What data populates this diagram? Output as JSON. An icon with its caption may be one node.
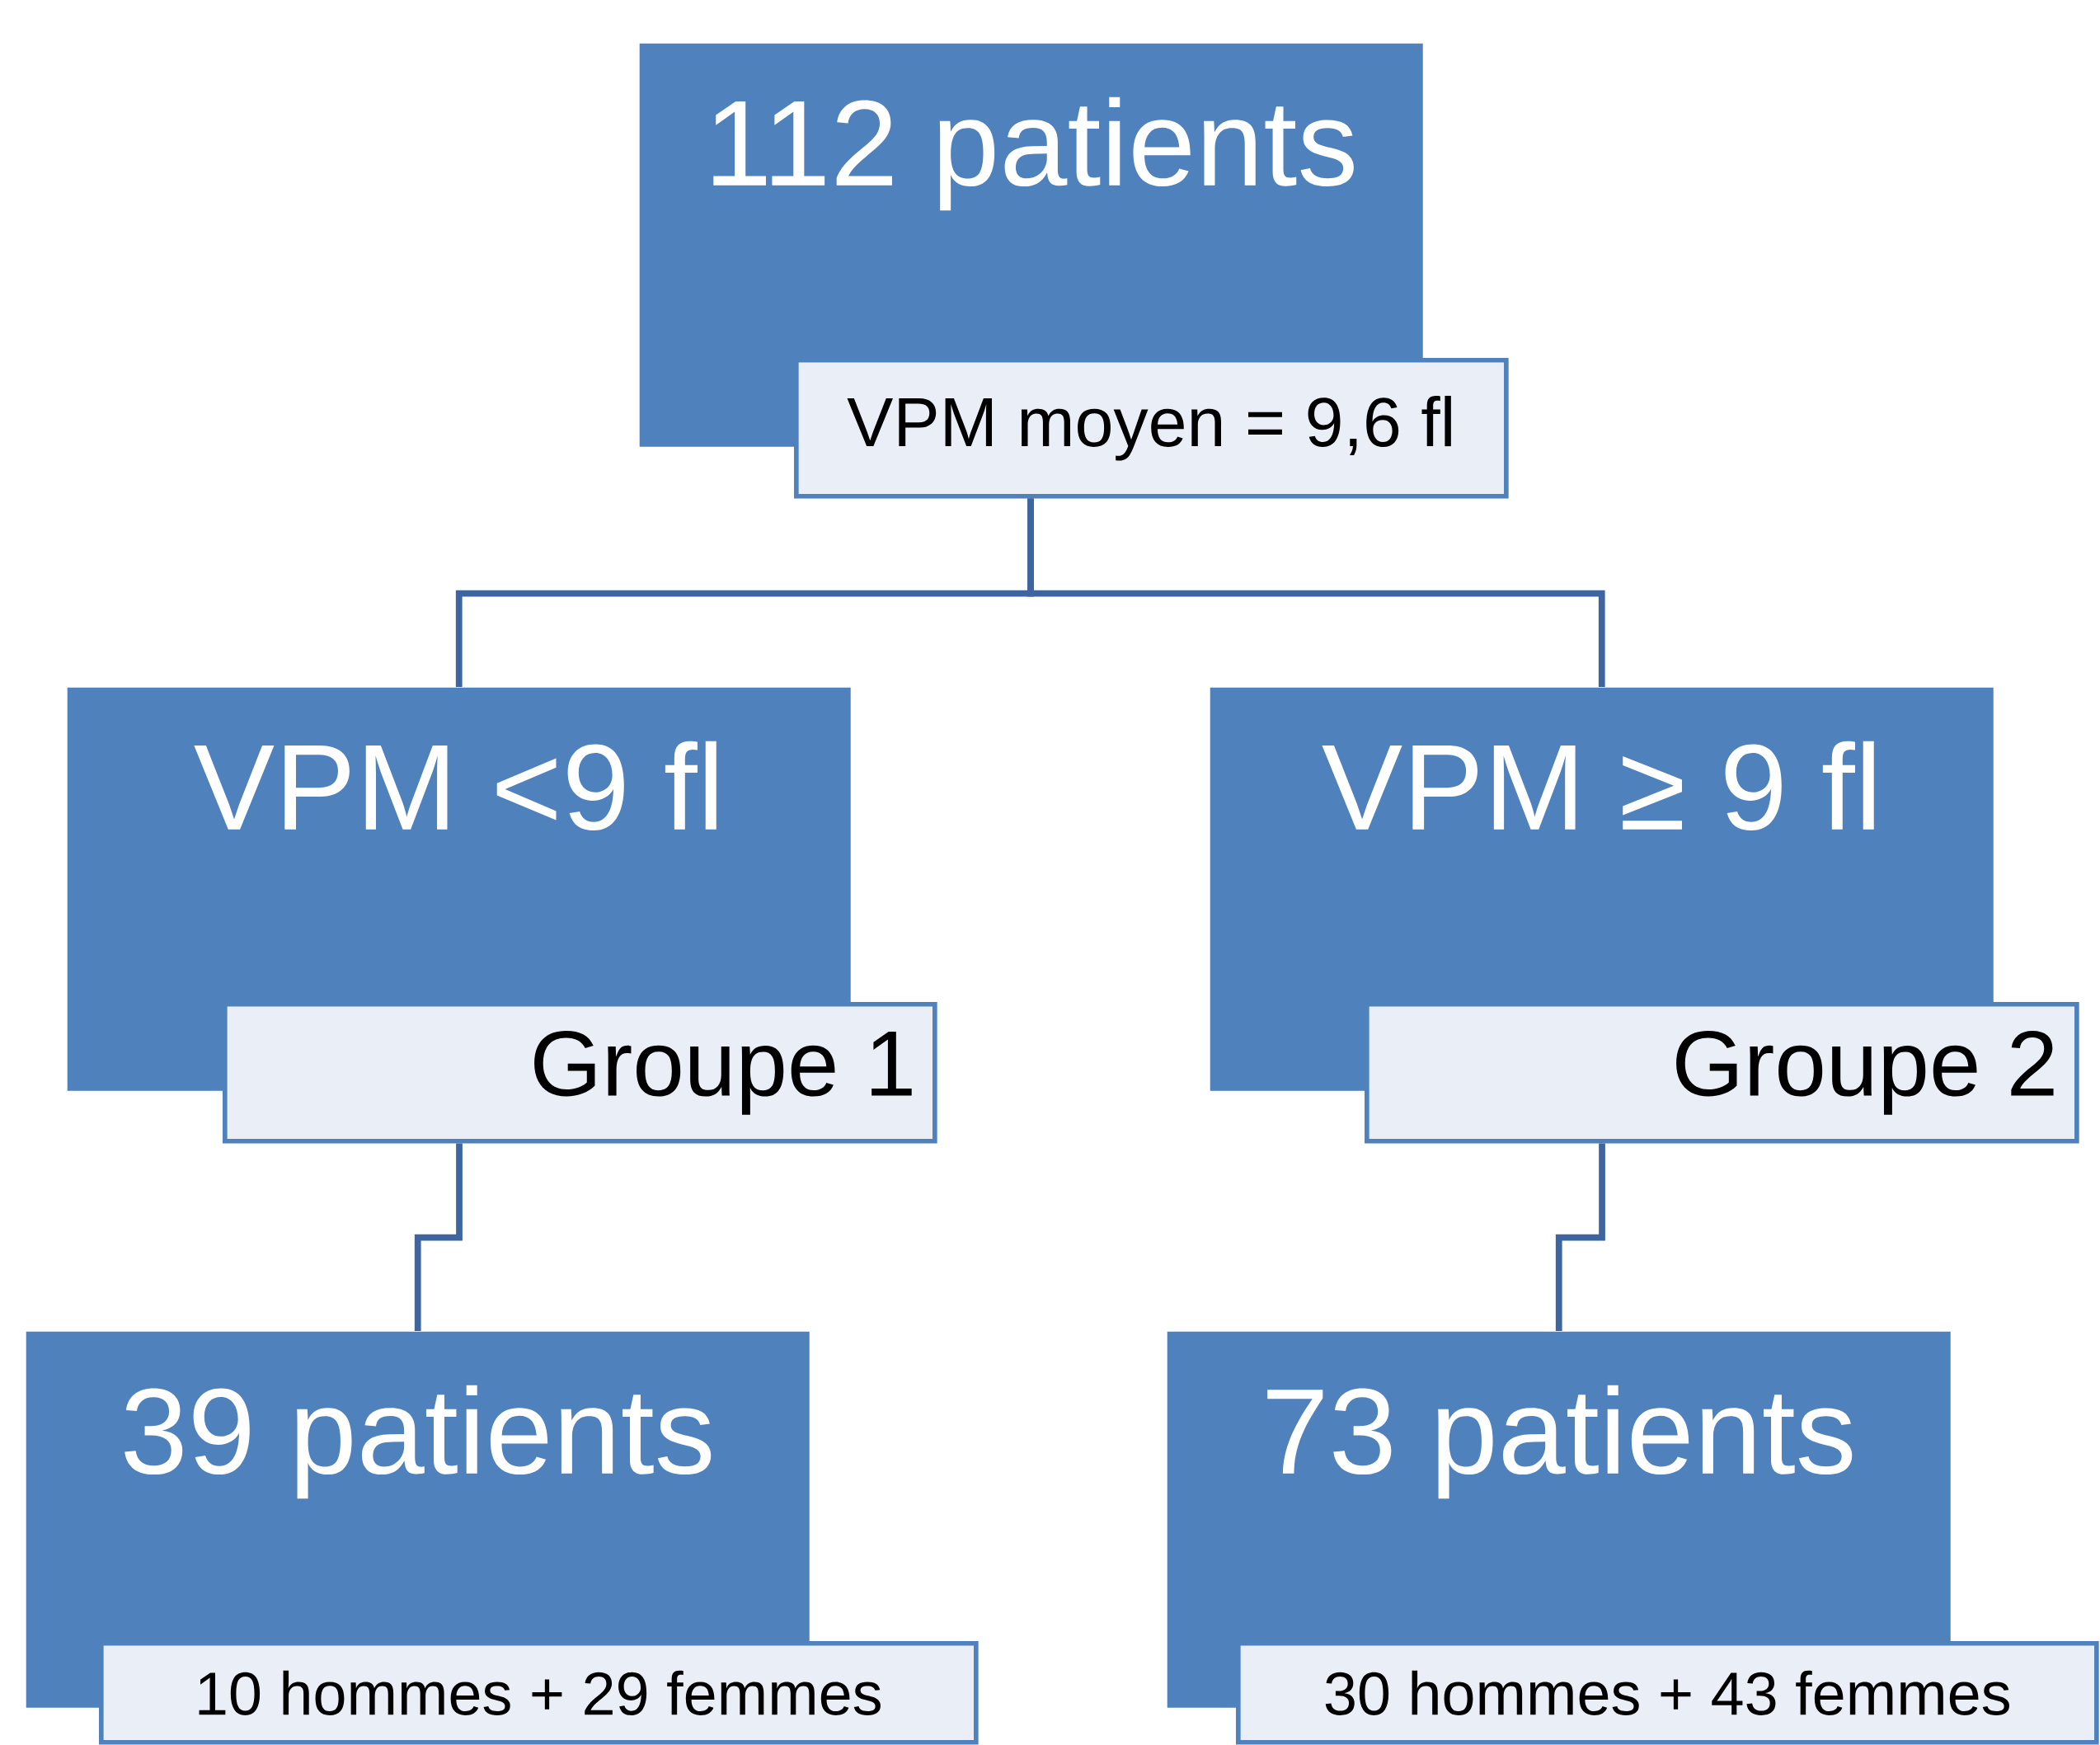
{
  "diagram": {
    "nodes": [
      {
        "text": [
          "112 patients"
        ]
      },
      {
        "text": [
          "VPM moyen = 9,6 fl"
        ]
      },
      {
        "text": [
          "VPM <9 fl"
        ]
      },
      {
        "text": [
          "Groupe 1"
        ]
      },
      {
        "text": [
          "VPM ≥ 9 fl"
        ]
      },
      {
        "text": [
          "Groupe 2"
        ]
      },
      {
        "text": [
          "39 patients"
        ]
      },
      {
        "text": [
          "10 hommes + 29 femmes"
        ]
      },
      {
        "text": [
          "73 patients"
        ]
      },
      {
        "text": [
          "30 hommes + 43 femmes"
        ]
      }
    ],
    "edges": [
      {
        "from": 1,
        "to": 2,
        "arrow": "none"
      },
      {
        "from": 1,
        "to": 4,
        "arrow": "none"
      },
      {
        "from": 3,
        "to": 6,
        "arrow": "none"
      },
      {
        "from": 5,
        "to": 8,
        "arrow": "none"
      }
    ]
  }
}
